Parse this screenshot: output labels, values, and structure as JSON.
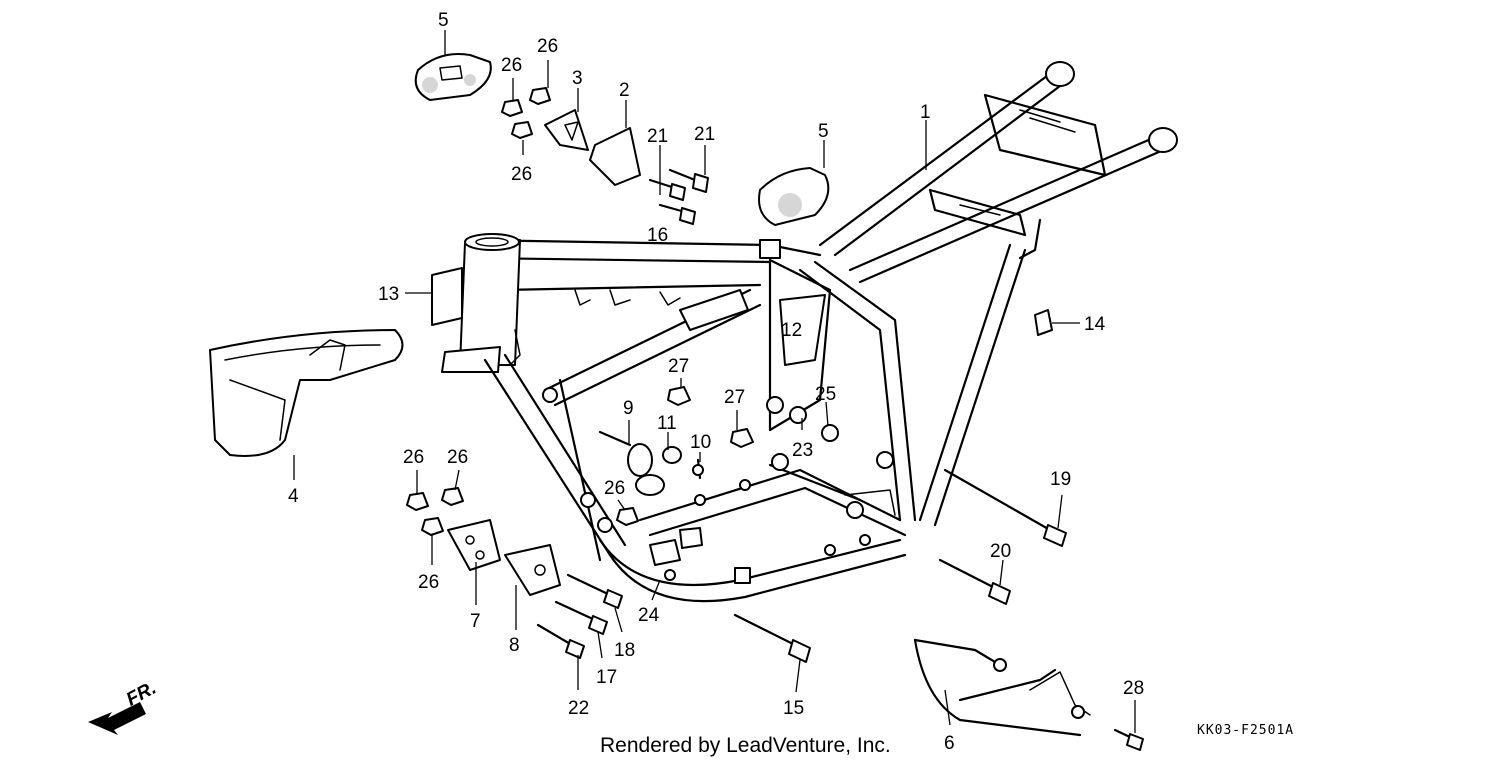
{
  "diagram": {
    "callouts": [
      "1",
      "2",
      "3",
      "4",
      "5",
      "5",
      "6",
      "7",
      "8",
      "9",
      "10",
      "11",
      "12",
      "13",
      "14",
      "15",
      "16",
      "17",
      "18",
      "19",
      "20",
      "21",
      "21",
      "22",
      "23",
      "24",
      "25",
      "26",
      "26",
      "26",
      "26",
      "26",
      "26",
      "26",
      "27",
      "27",
      "28"
    ],
    "direction_label": "FR.",
    "diagram_code": "KK03-F2501A",
    "footer": "Rendered by LeadVenture, Inc."
  }
}
